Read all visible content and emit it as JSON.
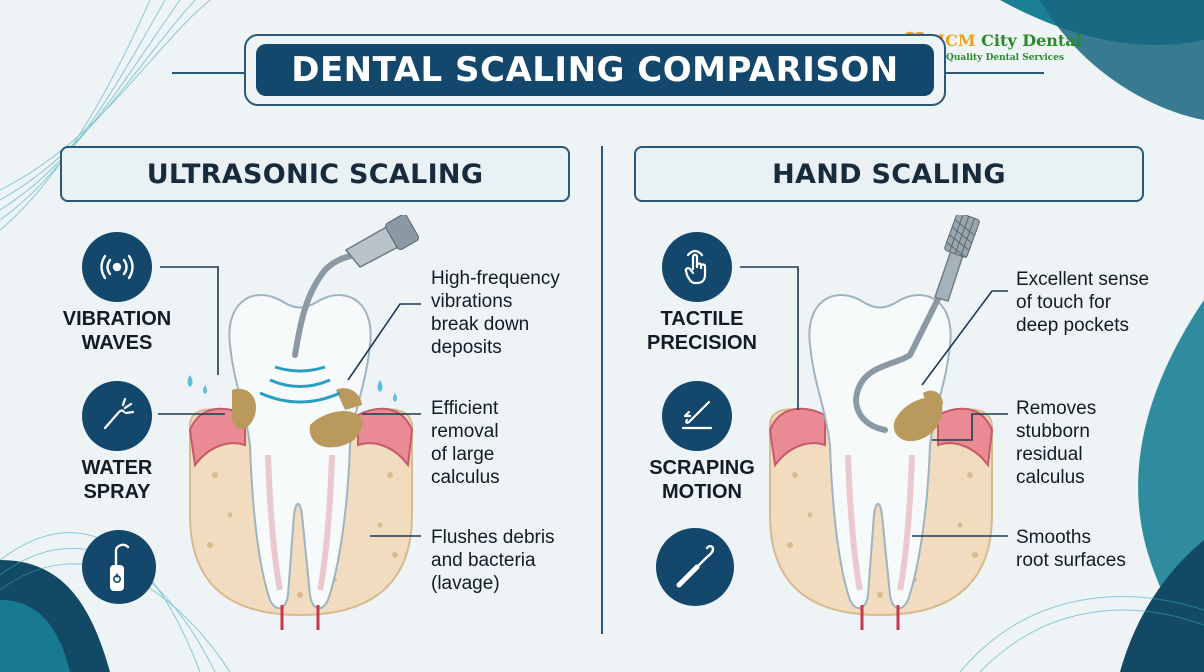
{
  "title": "DENTAL SCALING COMPARISON",
  "logo": {
    "name_part1": "HCM",
    "name_part2": " City Dental",
    "tagline": "Quality Dental Services"
  },
  "sections": [
    {
      "heading": "ULTRASONIC SCALING",
      "icons": [
        {
          "icon": "vibration-waves-icon",
          "label_line1": "VIBRATION",
          "label_line2": "WAVES"
        },
        {
          "icon": "water-spray-icon",
          "label_line1": "WATER",
          "label_line2": "SPRAY"
        },
        {
          "icon": "ultrasonic-handpiece-icon",
          "label_line1": "",
          "label_line2": ""
        }
      ],
      "callouts": [
        {
          "lines": [
            "High-frequency",
            "vibrations",
            "break down",
            "deposits"
          ]
        },
        {
          "lines": [
            "Efficient",
            "removal",
            "of large",
            "calculus"
          ]
        },
        {
          "lines": [
            "Flushes debris",
            "and bacteria",
            "(lavage)"
          ]
        }
      ]
    },
    {
      "heading": "HAND SCALING",
      "icons": [
        {
          "icon": "tactile-touch-icon",
          "label_line1": "TACTILE",
          "label_line2": "PRECISION"
        },
        {
          "icon": "scraping-motion-icon",
          "label_line1": "SCRAPING",
          "label_line2": "MOTION"
        },
        {
          "icon": "hand-scaler-icon",
          "label_line1": "",
          "label_line2": ""
        }
      ],
      "callouts": [
        {
          "lines": [
            "Excellent sense",
            "of touch for",
            "deep pockets"
          ]
        },
        {
          "lines": [
            "Removes",
            "stubborn",
            "residual",
            "calculus"
          ]
        },
        {
          "lines": [
            "Smooths",
            "root surfaces"
          ]
        }
      ]
    }
  ],
  "colors": {
    "navy": "#13476b",
    "accent_teal": "#1b8fa0",
    "gum_pink": "#e98a95",
    "calculus_tan": "#b99a5c",
    "bone": "#f1dcc0"
  }
}
